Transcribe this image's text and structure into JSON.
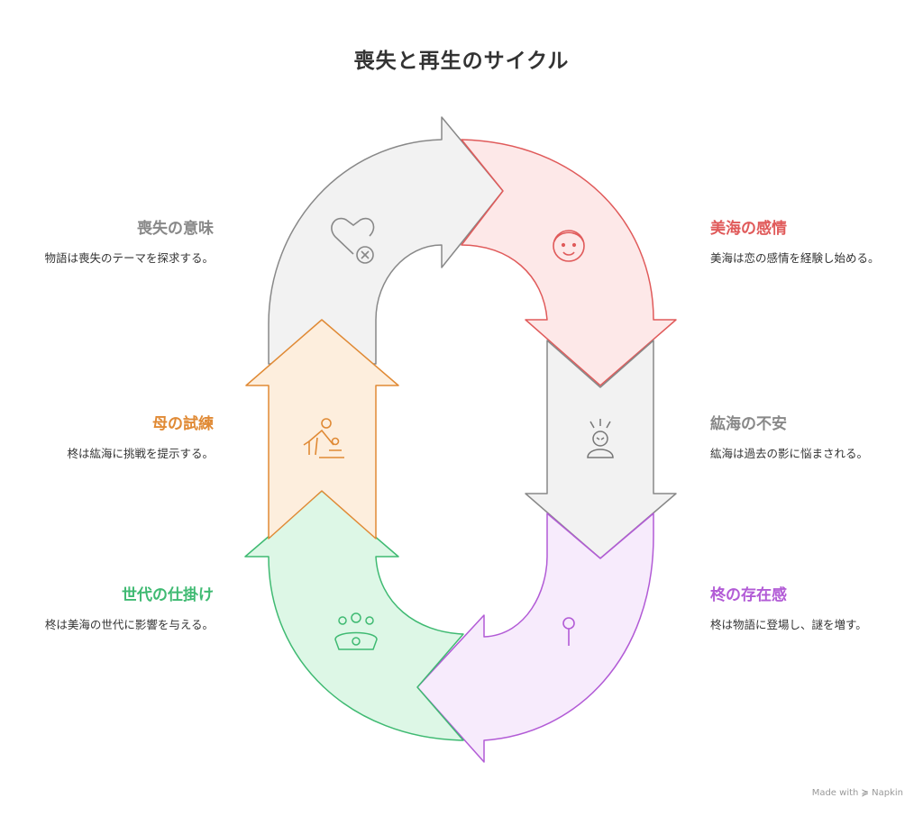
{
  "title": "喪失と再生のサイクル",
  "stages": [
    {
      "id": "loss",
      "heading": "喪失の意味",
      "description": "物語は喪失のテーマを探求する。",
      "color": "#888888",
      "fill": "#f2f2f2",
      "icon": "heart-x-icon"
    },
    {
      "id": "miumi",
      "heading": "美海の感情",
      "description": "美海は恋の感情を経験し始める。",
      "color": "#e05a5a",
      "fill": "#fde8e8",
      "icon": "girl-face-icon"
    },
    {
      "id": "kouumi",
      "heading": "紘海の不安",
      "description": "紘海は過去の影に悩まされる。",
      "color": "#888888",
      "fill": "#f2f2f2",
      "icon": "anxious-person-icon"
    },
    {
      "id": "hiiragi",
      "heading": "柊の存在感",
      "description": "柊は物語に登場し、謎を増す。",
      "color": "#b25bd6",
      "fill": "#f7ebfc",
      "icon": "pin-icon"
    },
    {
      "id": "gen",
      "heading": "世代の仕掛け",
      "description": "柊は美海の世代に影響を与える。",
      "color": "#3fba72",
      "fill": "#ddf7e6",
      "icon": "gear-people-icon"
    },
    {
      "id": "mother",
      "heading": "母の試練",
      "description": "柊は紘海に挑戦を提示する。",
      "color": "#e08a35",
      "fill": "#fdeedd",
      "icon": "parent-child-icon"
    }
  ],
  "footer": {
    "made_with": "Made with",
    "brand": "Napkin"
  }
}
